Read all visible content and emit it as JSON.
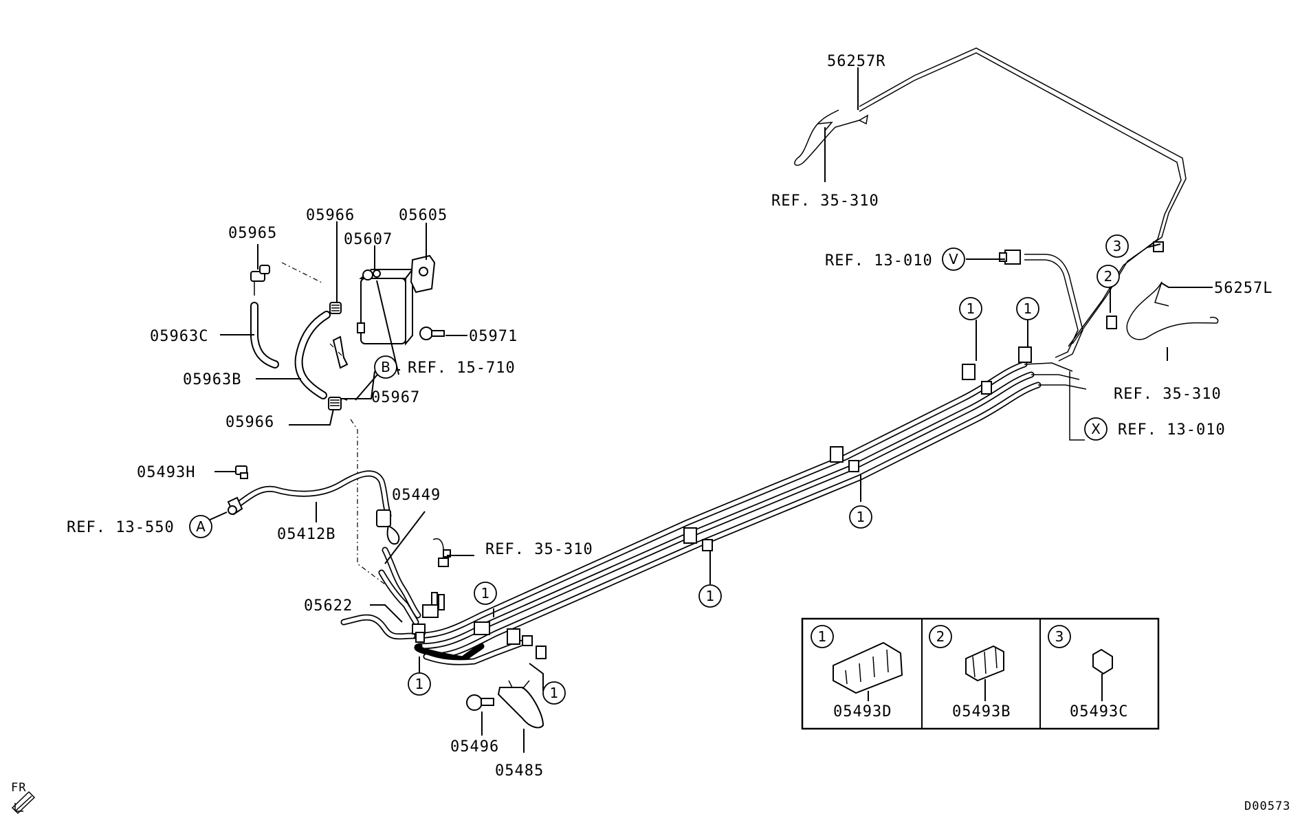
{
  "diagram_id": "D00573",
  "orientation": "FR",
  "part_labels": {
    "p56257R": "56257R",
    "p56257L": "56257L",
    "p05965": "05965",
    "p05966a": "05966",
    "p05607": "05607",
    "p05605": "05605",
    "p05963C": "05963C",
    "p05971": "05971",
    "p05963B": "05963B",
    "p05967": "05967",
    "p05966b": "05966",
    "p05493H": "05493H",
    "p05412B": "05412B",
    "p05449": "05449",
    "p05622": "05622",
    "p05496": "05496",
    "p05485": "05485"
  },
  "references": {
    "ref_35_310_top": "REF. 35-310",
    "ref_13_010_v": "REF. 13-010",
    "ref_35_310_right": "REF. 35-310",
    "ref_13_010_x": "REF. 13-010",
    "ref_15_710_b": "REF. 15-710",
    "ref_13_550_a": "REF. 13-550",
    "ref_35_310_mid": "REF. 35-310"
  },
  "ref_letters": {
    "v": "V",
    "x": "X",
    "b": "B",
    "a": "A"
  },
  "callouts": {
    "c1": "1",
    "c2": "2",
    "c3": "3"
  },
  "legend": [
    {
      "callout": "1",
      "part": "05493D"
    },
    {
      "callout": "2",
      "part": "05493B"
    },
    {
      "callout": "3",
      "part": "05493C"
    }
  ]
}
